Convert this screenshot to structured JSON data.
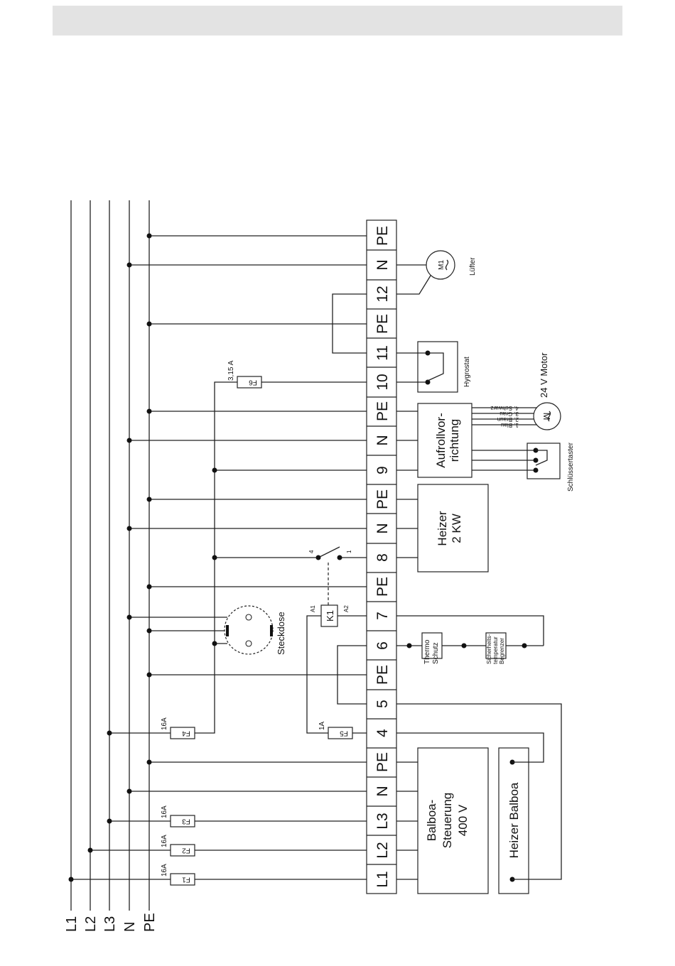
{
  "bus_labels": [
    "L1",
    "L2",
    "L3",
    "N",
    "PE"
  ],
  "terminals": [
    "L1",
    "L2",
    "L3",
    "N",
    "PE",
    "4",
    "5",
    "PE",
    "6",
    "7",
    "PE",
    "8",
    "N",
    "PE",
    "9",
    "N",
    "PE",
    "10",
    "11",
    "PE",
    "12",
    "N",
    "PE"
  ],
  "fuses": {
    "f1": {
      "name": "F1",
      "rating": "16A"
    },
    "f2": {
      "name": "F2",
      "rating": "16A"
    },
    "f3": {
      "name": "F3",
      "rating": "16A"
    },
    "f4": {
      "name": "F4",
      "rating": "16A"
    },
    "f5": {
      "name": "F5",
      "rating": "1A"
    },
    "f6": {
      "name": "F6",
      "rating": "3,15 A"
    }
  },
  "relay": {
    "name": "K1",
    "a1": "A1",
    "a2": "A2",
    "contact_in": "4",
    "contact_out": "1"
  },
  "components": {
    "balboa_steuerung": [
      "Balboa-",
      "Steuerung",
      "400 V"
    ],
    "heizer_balboa": "Heizer Balboa",
    "heizer": [
      "Heizer",
      "2 KW"
    ],
    "aufrollvorrichtung": [
      "Aufrollvor-",
      "richtung"
    ],
    "steckdose": "Steckdose",
    "thermo_schutz": [
      "Thermo",
      "Schutz"
    ],
    "sicherheits": [
      "Sicherheits-",
      "temperatur",
      "Begrenzer"
    ],
    "hygrostat": "Hygrostat",
    "motor_24v": "24 V Motor",
    "motor_symbol": "M",
    "motor_wires": [
      "4. Schwarz",
      "3. Grau",
      "2. Braun",
      "1. Blau"
    ],
    "schluesseltaster": "Schlüssertaster",
    "fan_symbol": "M1",
    "luefter": "Lüfter"
  }
}
